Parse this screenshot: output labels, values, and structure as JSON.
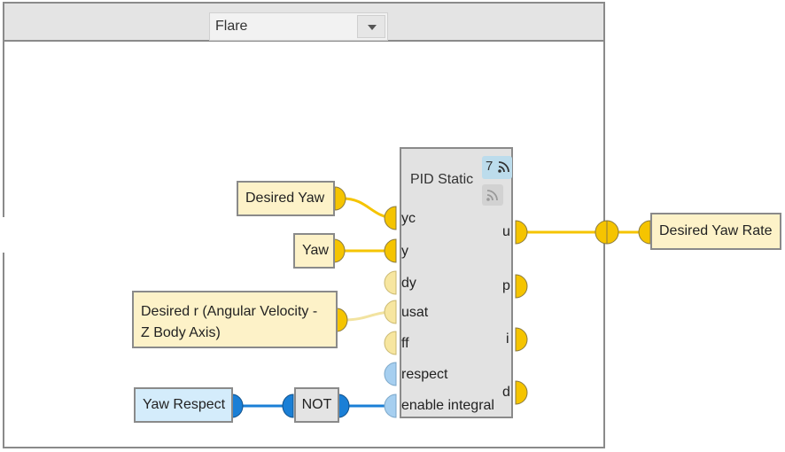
{
  "toolbar": {
    "mode_select": "Flare"
  },
  "pid_block": {
    "title": "PID Static",
    "badge_count": "7",
    "inputs": [
      "yc",
      "y",
      "dy",
      "usat",
      "ff",
      "respect",
      "enable integral"
    ],
    "outputs": [
      "u",
      "p",
      "i",
      "d"
    ]
  },
  "nodes": {
    "desired_yaw": "Desired Yaw",
    "yaw": "Yaw",
    "desired_r_line1": "Desired r (Angular Velocity -",
    "desired_r_line2": "Z Body Axis)",
    "yaw_respect": "Yaw Respect",
    "not_gate": "NOT",
    "desired_yaw_rate": "Desired Yaw Rate"
  },
  "colors": {
    "signal_yellow": "#f5c400",
    "signal_blue": "#1a7fd6",
    "port_pale_yellow": "#f7e6a0",
    "port_pale_blue": "#a6cff0"
  }
}
